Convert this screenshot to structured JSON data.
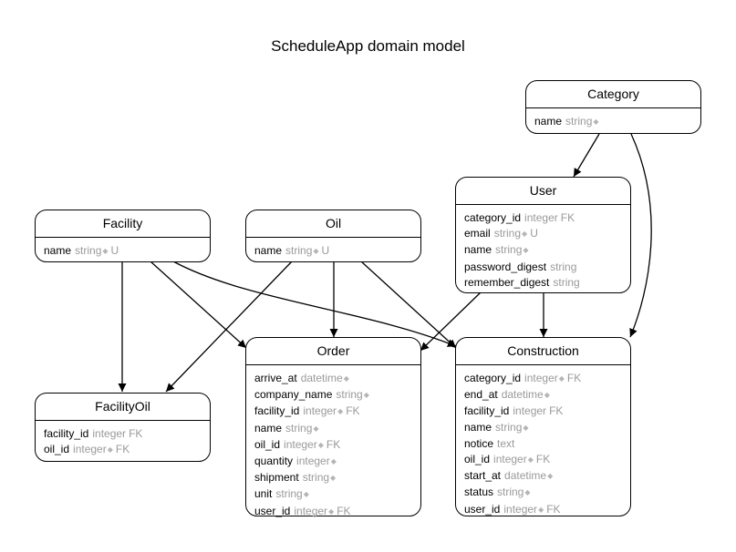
{
  "title": "ScheduleApp domain model",
  "entities": {
    "category": {
      "name": "Category",
      "attributes": [
        {
          "name": "name",
          "type": "string",
          "dot": true,
          "flag": ""
        }
      ]
    },
    "user": {
      "name": "User",
      "attributes": [
        {
          "name": "category_id",
          "type": "integer",
          "dot": false,
          "flag": "FK"
        },
        {
          "name": "email",
          "type": "string",
          "dot": true,
          "flag": "U"
        },
        {
          "name": "name",
          "type": "string",
          "dot": true,
          "flag": ""
        },
        {
          "name": "password_digest",
          "type": "string",
          "dot": false,
          "flag": ""
        },
        {
          "name": "remember_digest",
          "type": "string",
          "dot": false,
          "flag": ""
        }
      ]
    },
    "facility": {
      "name": "Facility",
      "attributes": [
        {
          "name": "name",
          "type": "string",
          "dot": true,
          "flag": "U"
        }
      ]
    },
    "oil": {
      "name": "Oil",
      "attributes": [
        {
          "name": "name",
          "type": "string",
          "dot": true,
          "flag": "U"
        }
      ]
    },
    "order": {
      "name": "Order",
      "attributes": [
        {
          "name": "arrive_at",
          "type": "datetime",
          "dot": true,
          "flag": ""
        },
        {
          "name": "company_name",
          "type": "string",
          "dot": true,
          "flag": ""
        },
        {
          "name": "facility_id",
          "type": "integer",
          "dot": true,
          "flag": "FK"
        },
        {
          "name": "name",
          "type": "string",
          "dot": true,
          "flag": ""
        },
        {
          "name": "oil_id",
          "type": "integer",
          "dot": true,
          "flag": "FK"
        },
        {
          "name": "quantity",
          "type": "integer",
          "dot": true,
          "flag": ""
        },
        {
          "name": "shipment",
          "type": "string",
          "dot": true,
          "flag": ""
        },
        {
          "name": "unit",
          "type": "string",
          "dot": true,
          "flag": ""
        },
        {
          "name": "user_id",
          "type": "integer",
          "dot": true,
          "flag": "FK"
        }
      ]
    },
    "construction": {
      "name": "Construction",
      "attributes": [
        {
          "name": "category_id",
          "type": "integer",
          "dot": true,
          "flag": "FK"
        },
        {
          "name": "end_at",
          "type": "datetime",
          "dot": true,
          "flag": ""
        },
        {
          "name": "facility_id",
          "type": "integer",
          "dot": false,
          "flag": "FK"
        },
        {
          "name": "name",
          "type": "string",
          "dot": true,
          "flag": ""
        },
        {
          "name": "notice",
          "type": "text",
          "dot": false,
          "flag": ""
        },
        {
          "name": "oil_id",
          "type": "integer",
          "dot": true,
          "flag": "FK"
        },
        {
          "name": "start_at",
          "type": "datetime",
          "dot": true,
          "flag": ""
        },
        {
          "name": "status",
          "type": "string",
          "dot": true,
          "flag": ""
        },
        {
          "name": "user_id",
          "type": "integer",
          "dot": true,
          "flag": "FK"
        }
      ]
    },
    "facilityoil": {
      "name": "FacilityOil",
      "attributes": [
        {
          "name": "facility_id",
          "type": "integer",
          "dot": false,
          "flag": "FK"
        },
        {
          "name": "oil_id",
          "type": "integer",
          "dot": true,
          "flag": "FK"
        }
      ]
    }
  },
  "relationships": [
    {
      "from": "Category",
      "to": "User"
    },
    {
      "from": "Category",
      "to": "Construction"
    },
    {
      "from": "User",
      "to": "Order"
    },
    {
      "from": "User",
      "to": "Construction"
    },
    {
      "from": "Facility",
      "to": "FacilityOil"
    },
    {
      "from": "Facility",
      "to": "Order"
    },
    {
      "from": "Facility",
      "to": "Construction"
    },
    {
      "from": "Oil",
      "to": "FacilityOil"
    },
    {
      "from": "Oil",
      "to": "Order"
    },
    {
      "from": "Oil",
      "to": "Construction"
    }
  ]
}
